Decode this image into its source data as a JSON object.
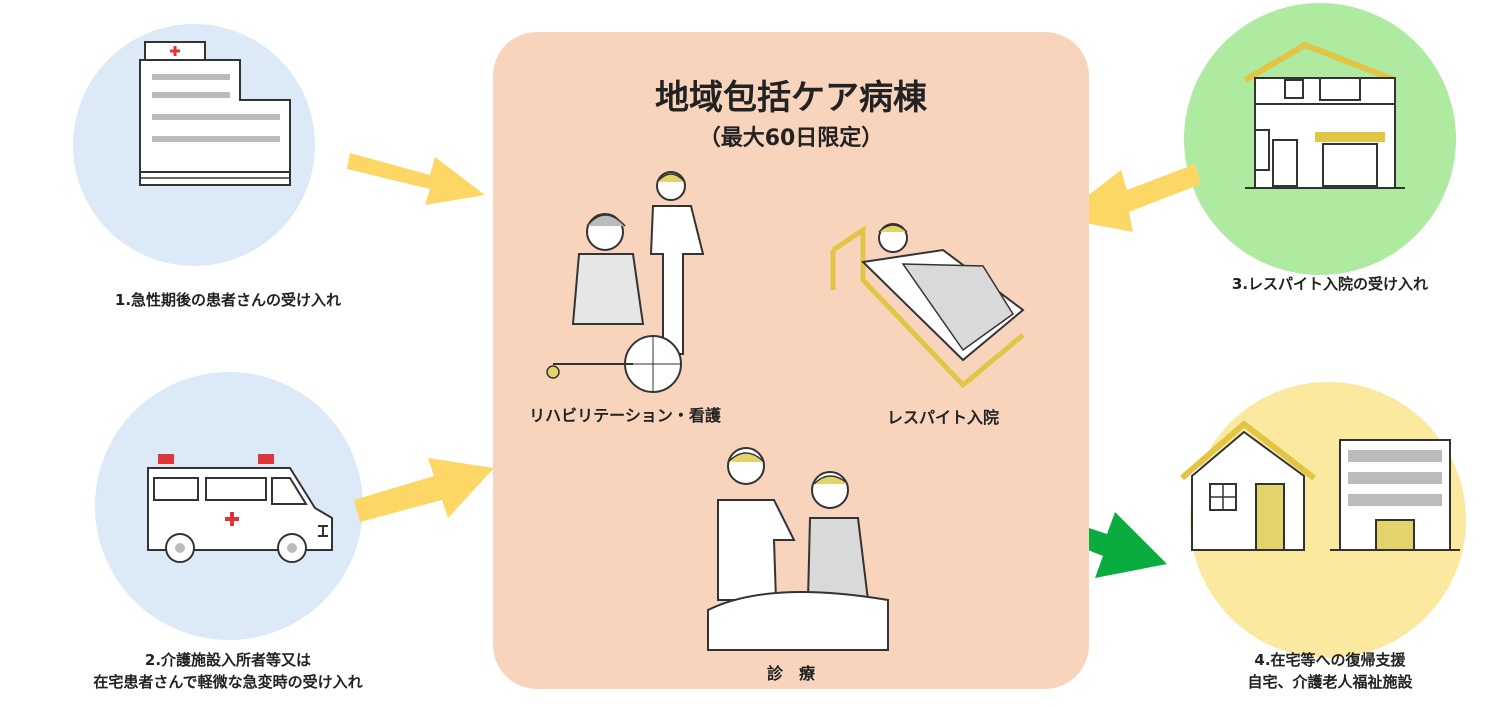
{
  "center": {
    "title": "地域包括ケア病棟",
    "subtitle": "（最大60日限定）",
    "label_rehab": "リハビリテーション・看護",
    "label_respite": "レスパイト入院",
    "label_care": "診　療"
  },
  "sources": {
    "acute": "1.急性期後の患者さんの受け入れ",
    "emergency_line1": "2.介護施設入所者等又は",
    "emergency_line2": "在宅患者さんで軽微な急変時の受け入れ",
    "respite": "3.レスパイト入院の受け入れ",
    "return_line1": "4.在宅等への復帰支援",
    "return_line2": "自宅、介護老人福祉施設"
  },
  "colors": {
    "panel": "#f8d4bd",
    "circle_blue": "#dce9f6",
    "circle_green": "#aeeaa0",
    "circle_yellow": "#fbe9a0",
    "arrow_yellow": "#fcd765",
    "arrow_green": "#0aac3f"
  }
}
